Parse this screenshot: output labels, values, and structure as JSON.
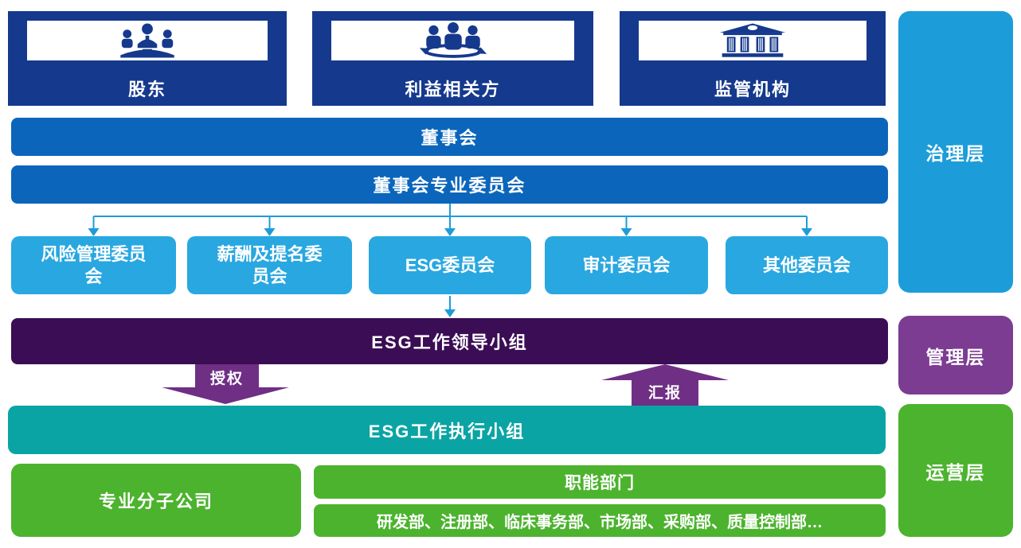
{
  "stakeholders": [
    {
      "label": "股东",
      "icon": "meeting-table-icon"
    },
    {
      "label": "利益相关方",
      "icon": "stakeholder-group-icon"
    },
    {
      "label": "监管机构",
      "icon": "government-building-icon"
    }
  ],
  "board_bar": {
    "label": "董事会"
  },
  "board_committee_bar": {
    "label": "董事会专业委员会"
  },
  "committees": [
    {
      "label": "风险管理委员会"
    },
    {
      "label": "薪酬及提名委员会"
    },
    {
      "label": "ESG委员会"
    },
    {
      "label": "审计委员会"
    },
    {
      "label": "其他委员会"
    }
  ],
  "leading_group_bar": {
    "label": "ESG工作领导小组"
  },
  "flow_arrows": {
    "authorize_label": "授权",
    "report_label": "汇报"
  },
  "executive_group_bar": {
    "label": "ESG工作执行小组"
  },
  "bottom": {
    "subsidiaries_label": "专业分子公司",
    "functional_label": "职能部门",
    "departments_label": "研发部、注册部、临床事务部、市场部、采购部、质量控制部…"
  },
  "layer_sidebar": [
    {
      "label": "治理层",
      "color": "#1c9dd9"
    },
    {
      "label": "管理层",
      "color": "#7c3c92"
    },
    {
      "label": "运营层",
      "color": "#4cb32e"
    }
  ],
  "colors": {
    "navy": "#15398d",
    "board_blue": "#0b66bb",
    "committee_blue": "#29a7e0",
    "connector_blue": "#1e9cd8",
    "dark_purple": "#3a0d55",
    "flow_arrow_purple": "#6f2f84",
    "management_purple": "#7c3c92",
    "teal": "#0ba4a4",
    "green": "#4cb32e"
  }
}
